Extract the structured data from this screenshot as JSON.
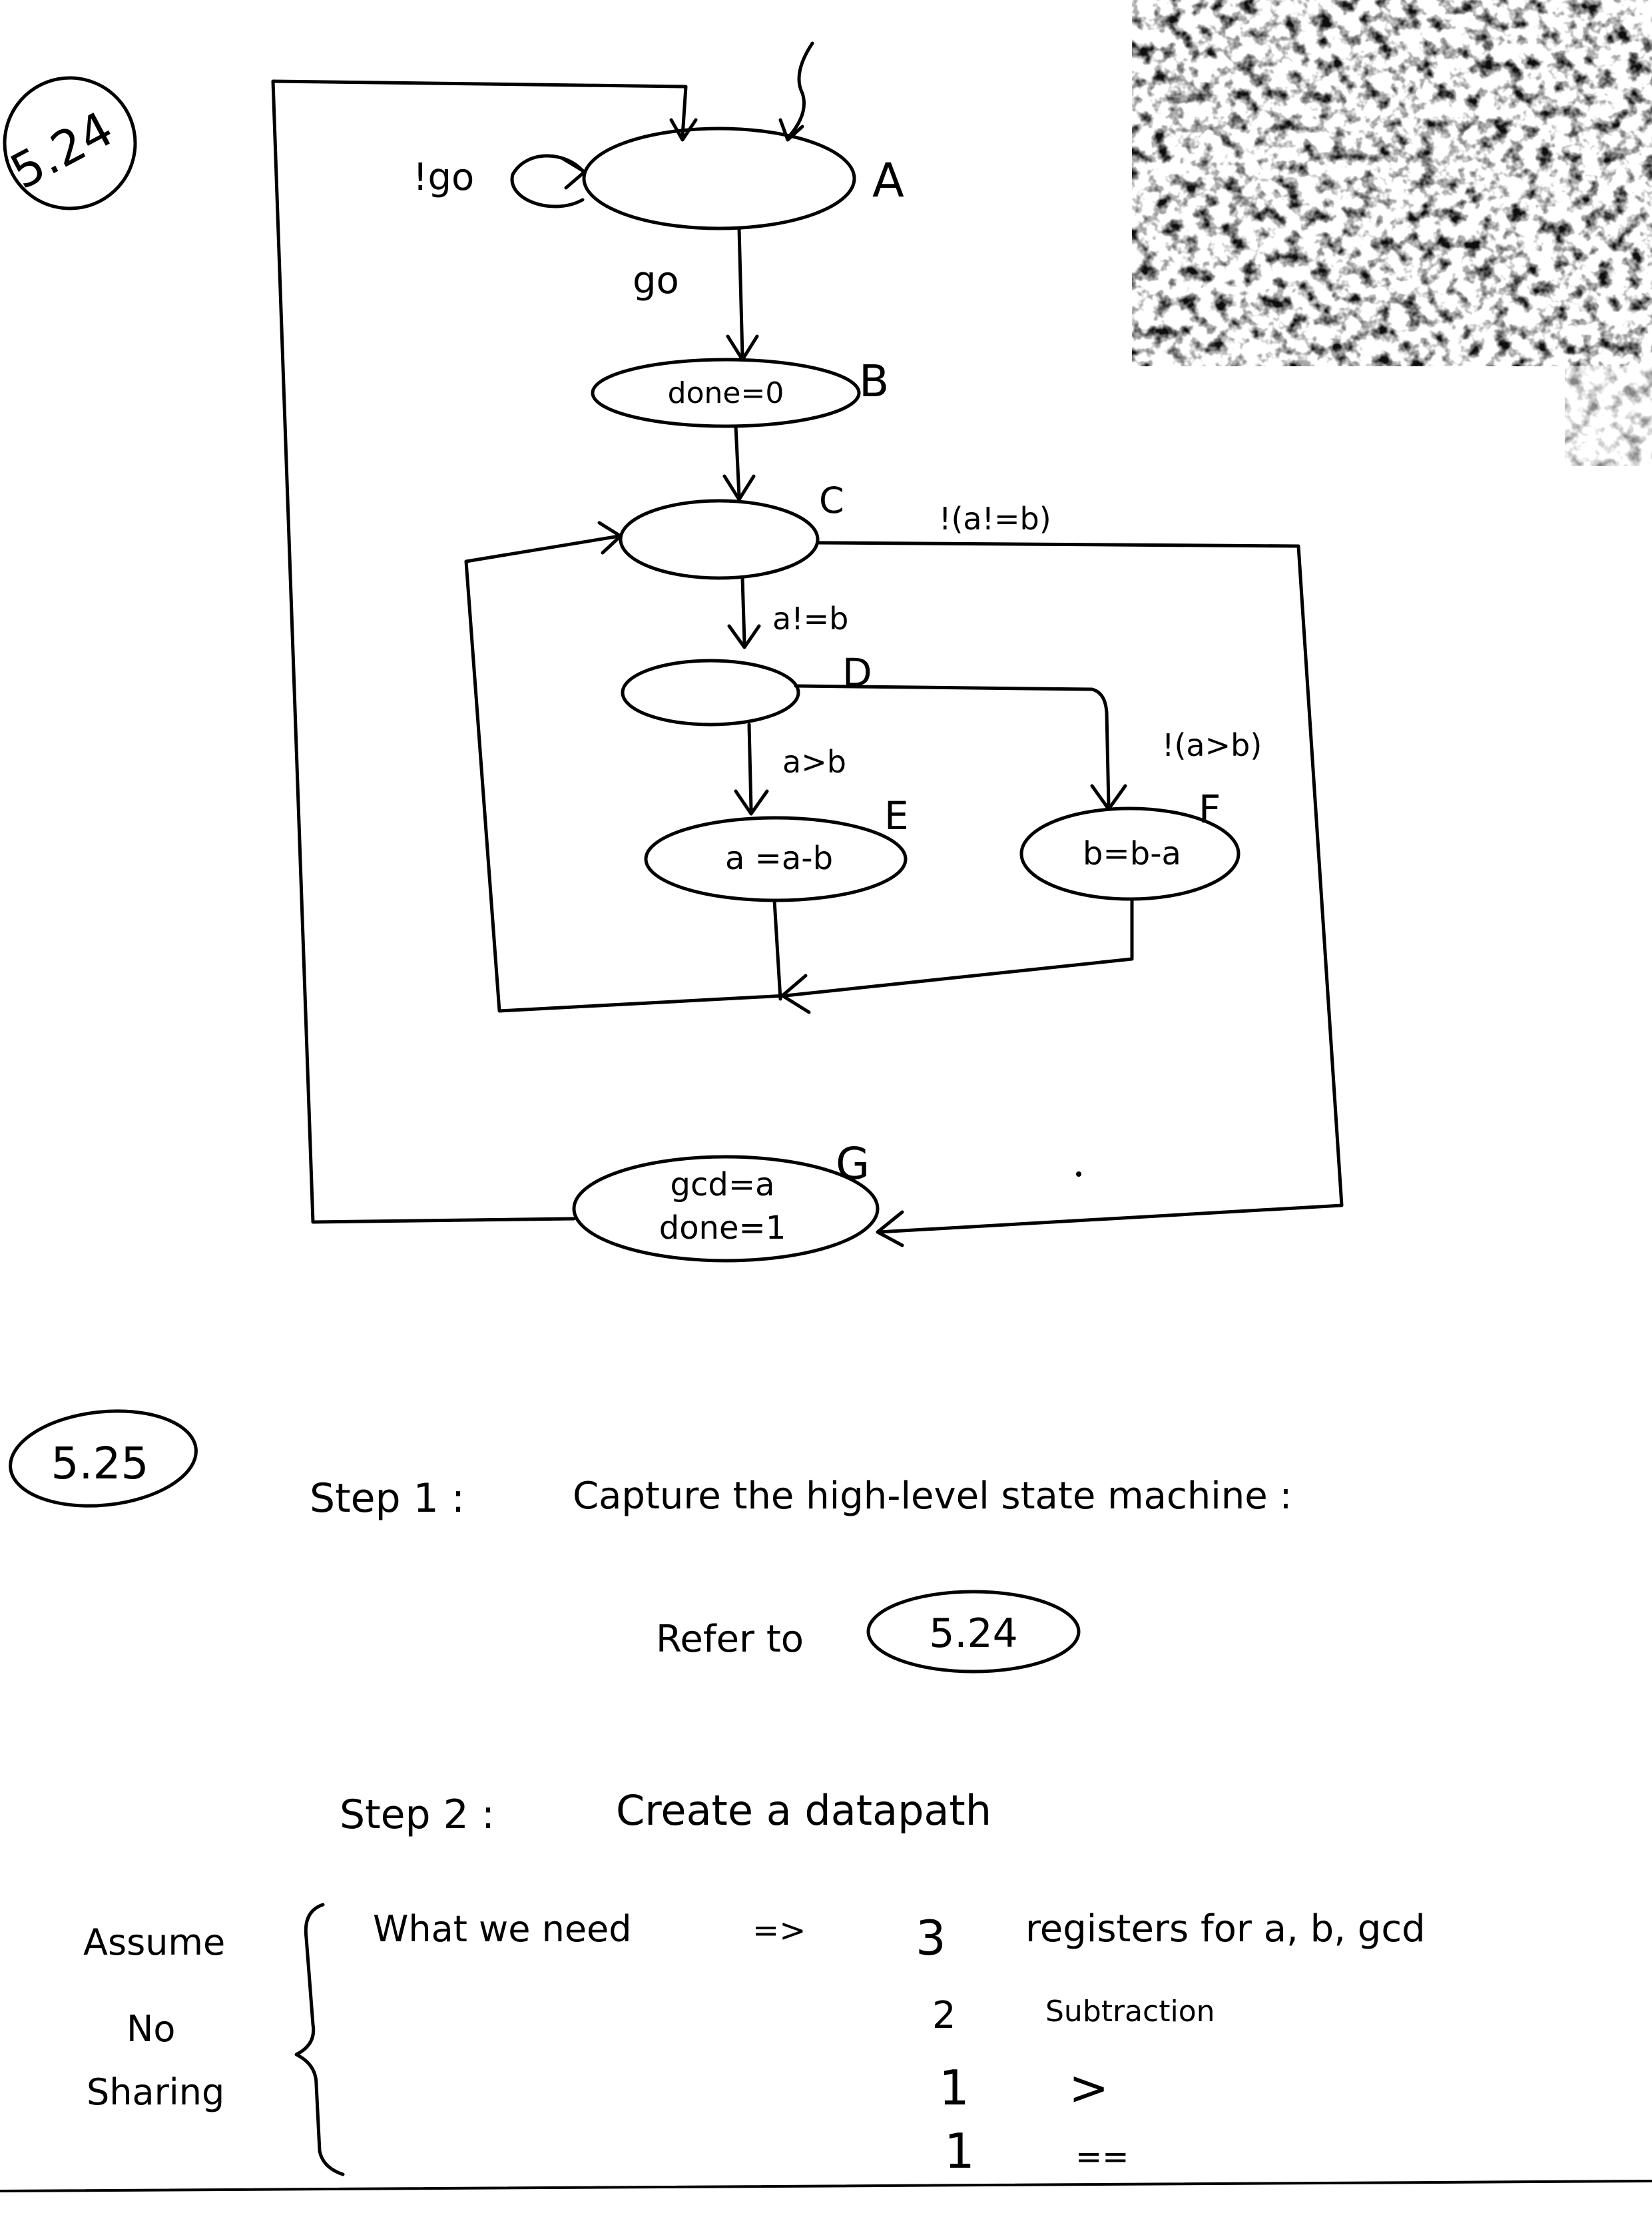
{
  "problem_a": {
    "number": "5.24",
    "diagram": {
      "states": [
        {
          "id": "A",
          "label": "A",
          "action_lines": []
        },
        {
          "id": "B",
          "label": "B",
          "action_lines": [
            "done=0"
          ]
        },
        {
          "id": "C",
          "label": "C",
          "action_lines": []
        },
        {
          "id": "D",
          "label": "D",
          "action_lines": []
        },
        {
          "id": "E",
          "label": "E",
          "action_lines": [
            "a =a-b"
          ]
        },
        {
          "id": "F",
          "label": "F",
          "action_lines": [
            "b=b-a"
          ]
        },
        {
          "id": "G",
          "label": "G",
          "action_lines": [
            "gcd=a",
            "done=1"
          ]
        }
      ],
      "transitions": [
        {
          "from": "A",
          "to": "A",
          "condition": "!go"
        },
        {
          "from": "A",
          "to": "B",
          "condition": "go"
        },
        {
          "from": "B",
          "to": "C",
          "condition": ""
        },
        {
          "from": "C",
          "to": "D",
          "condition": "a!=b"
        },
        {
          "from": "C",
          "to": "G",
          "condition": "!(a!=b)"
        },
        {
          "from": "D",
          "to": "E",
          "condition": "a>b"
        },
        {
          "from": "D",
          "to": "F",
          "condition": "!(a>b)"
        },
        {
          "from": "E",
          "to": "C",
          "condition": ""
        },
        {
          "from": "F",
          "to": "C",
          "condition": ""
        },
        {
          "from": "G",
          "to": "A",
          "condition": ""
        }
      ]
    }
  },
  "problem_b": {
    "number": "5.25",
    "step1": {
      "label": "Step 1 :",
      "text": "Capture the high-level state machine :"
    },
    "refer": {
      "text": "Refer to",
      "ref": "5.24"
    },
    "step2": {
      "label": "Step 2 :",
      "text": "Create a datapath"
    },
    "assumption": {
      "line1": "Assume",
      "line2": "No",
      "line3": "Sharing"
    },
    "needs": {
      "intro": "What we need",
      "arrow": "=>",
      "items": [
        {
          "count": "3",
          "text": "registers for a, b, gcd"
        },
        {
          "count": "2",
          "text": "Subtraction"
        },
        {
          "count": "1",
          "text": ">"
        },
        {
          "count": "1",
          "text": "=="
        }
      ]
    }
  }
}
